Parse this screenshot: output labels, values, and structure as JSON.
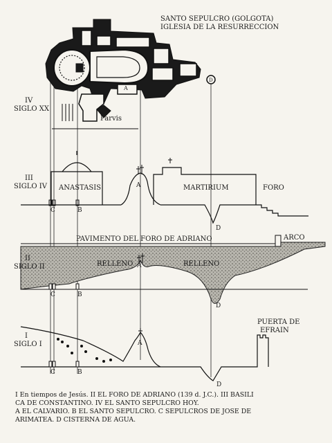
{
  "title": {
    "line1": "SANTO SEPULCRO (GOLGOTA)",
    "line2": "IGLESIA DE LA RESURRECCION"
  },
  "periods": {
    "p4": {
      "numeral": "IV",
      "label": "SIGLO XX"
    },
    "p3": {
      "numeral": "III",
      "label": "SIGLO IV"
    },
    "p2": {
      "numeral": "II",
      "label": "SIGLO II"
    },
    "p1": {
      "numeral": "I",
      "label": "SIGLO I"
    }
  },
  "labels": {
    "parvis": "Parvis",
    "anastasis": "ANASTASIS",
    "martirium": "MARTIRIUM",
    "foro": "FORO",
    "pavimento": "PAVIMENTO DEL FORO DE ADRIANO",
    "arco": "ARCO",
    "relleno": "RELLENO",
    "puerta_l1": "PUERTA DE",
    "puerta_l2": "EFRAIN",
    "A": "A",
    "B": "B",
    "C": "C",
    "D": "D"
  },
  "caption": {
    "l1": "I En tiempos de Jesús. II EL FORO DE ADRIANO (139 d. J.C.). III BASILI",
    "l2": "CA DE CONSTANTINO. IV EL SANTO SEPULCRO HOY.",
    "l3": "A EL CALVARIO. B EL SANTO SEPULCRO. C SEPULCROS DE JOSE DE",
    "l4": "ARIMATEA. D CISTERNA DE AGUA."
  }
}
